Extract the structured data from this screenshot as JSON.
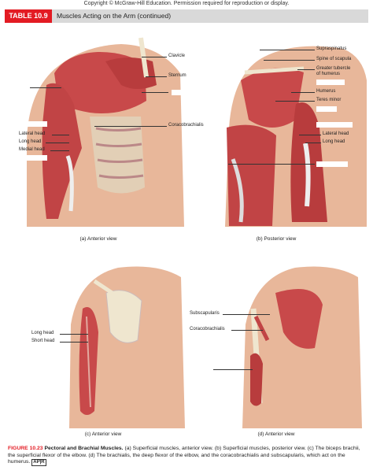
{
  "copyright": "Copyright © McGraw-Hill Education. Permission required for reproduction or display.",
  "header": {
    "badge": "TABLE 10.9",
    "title": "Muscles Acting on the Arm (continued)"
  },
  "panels": {
    "a": {
      "caption": "(a) Anterior view",
      "labels": {
        "clavicle": "Clavicle",
        "sternum": "Sternum",
        "coracobrachialis": "Coracobrachialis",
        "lateral_head": "Lateral head",
        "long_head": "Long head",
        "medial_head": "Medial head"
      }
    },
    "b": {
      "caption": "(b) Posterior view",
      "labels": {
        "supraspinatus": "Supraspinatus",
        "spine_of_scapula": "Spine of scapula",
        "greater_tubercle": "Greater tubercle",
        "of_humerus": "of humerus",
        "humerus": "Humerus",
        "teres_minor": "Teres minor",
        "lateral_head": "Lateral head",
        "long_head": "Long head"
      }
    },
    "c": {
      "caption": "(c) Anterior view",
      "labels": {
        "long_head": "Long head",
        "short_head": "Short head"
      }
    },
    "d": {
      "caption": "(d) Anterior view",
      "labels": {
        "subscapularis": "Subscapularis",
        "coracobrachialis": "Coracobrachialis"
      }
    }
  },
  "caption": {
    "fig": "FIGURE 10.23",
    "title": "Pectoral and Brachial Muscles.",
    "text": "(a) Superficial muscles, anterior view. (b) Superficial muscles, posterior view. (c) The biceps brachii, the superficial flexor of the elbow. (d) The brachialis, the deep flexor of the elbow, and the coracobrachialis and subscapularis, which act on the humerus.",
    "apr": "AP|R"
  },
  "colors": {
    "accent": "#e31b23",
    "skin": "#e8b79a",
    "muscle": "#c8494a",
    "bone": "#efe6cf"
  }
}
